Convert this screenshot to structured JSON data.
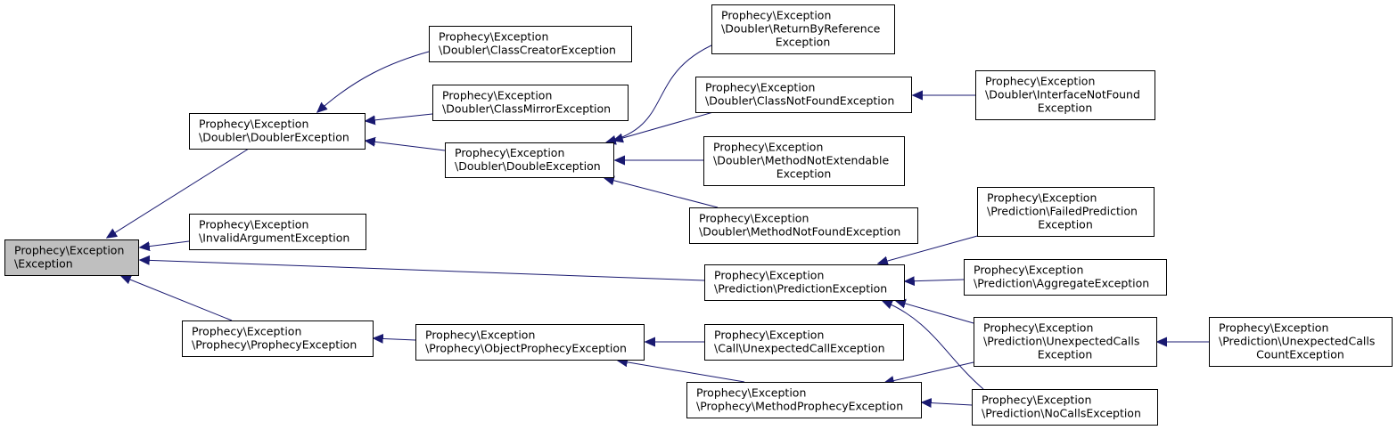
{
  "colors": {
    "edge": "#191970",
    "node_fill": "#ffffff",
    "root_fill": "#bfbfbf",
    "border": "#000000"
  },
  "nodes": [
    {
      "id": "root",
      "lines": [
        "Prophecy\\Exception",
        "\\Exception"
      ],
      "root": true
    },
    {
      "id": "doubler",
      "lines": [
        "Prophecy\\Exception",
        "\\Doubler\\DoublerException"
      ]
    },
    {
      "id": "invalid_argument",
      "lines": [
        "Prophecy\\Exception",
        "\\InvalidArgumentException"
      ]
    },
    {
      "id": "prophecy",
      "lines": [
        "Prophecy\\Exception",
        "\\Prophecy\\ProphecyException"
      ]
    },
    {
      "id": "class_creator",
      "lines": [
        "Prophecy\\Exception",
        "\\Doubler\\ClassCreatorException"
      ]
    },
    {
      "id": "class_mirror",
      "lines": [
        "Prophecy\\Exception",
        "\\Doubler\\ClassMirrorException"
      ]
    },
    {
      "id": "double",
      "lines": [
        "Prophecy\\Exception",
        "\\Doubler\\DoubleException"
      ]
    },
    {
      "id": "return_by_reference",
      "lines": [
        "Prophecy\\Exception",
        "\\Doubler\\ReturnByReference",
        "Exception"
      ]
    },
    {
      "id": "class_not_found",
      "lines": [
        "Prophecy\\Exception",
        "\\Doubler\\ClassNotFoundException"
      ]
    },
    {
      "id": "interface_not_found",
      "lines": [
        "Prophecy\\Exception",
        "\\Doubler\\InterfaceNotFound",
        "Exception"
      ]
    },
    {
      "id": "method_not_extendable",
      "lines": [
        "Prophecy\\Exception",
        "\\Doubler\\MethodNotExtendable",
        "Exception"
      ]
    },
    {
      "id": "method_not_found",
      "lines": [
        "Prophecy\\Exception",
        "\\Doubler\\MethodNotFoundException"
      ]
    },
    {
      "id": "prediction",
      "lines": [
        "Prophecy\\Exception",
        "\\Prediction\\PredictionException"
      ]
    },
    {
      "id": "failed_prediction",
      "lines": [
        "Prophecy\\Exception",
        "\\Prediction\\FailedPrediction",
        "Exception"
      ]
    },
    {
      "id": "aggregate",
      "lines": [
        "Prophecy\\Exception",
        "\\Prediction\\AggregateException"
      ]
    },
    {
      "id": "unexpected_calls",
      "lines": [
        "Prophecy\\Exception",
        "\\Prediction\\UnexpectedCalls",
        "Exception"
      ]
    },
    {
      "id": "unexpected_calls_count",
      "lines": [
        "Prophecy\\Exception",
        "\\Prediction\\UnexpectedCalls",
        "CountException"
      ]
    },
    {
      "id": "no_calls",
      "lines": [
        "Prophecy\\Exception",
        "\\Prediction\\NoCallsException"
      ]
    },
    {
      "id": "object_prophecy",
      "lines": [
        "Prophecy\\Exception",
        "\\Prophecy\\ObjectProphecyException"
      ]
    },
    {
      "id": "unexpected_call",
      "lines": [
        "Prophecy\\Exception",
        "\\Call\\UnexpectedCallException"
      ]
    },
    {
      "id": "method_prophecy",
      "lines": [
        "Prophecy\\Exception",
        "\\Prophecy\\MethodProphecyException"
      ]
    }
  ],
  "edges": [
    {
      "from": "doubler",
      "to": "root"
    },
    {
      "from": "invalid_argument",
      "to": "root"
    },
    {
      "from": "prediction",
      "to": "root"
    },
    {
      "from": "prophecy",
      "to": "root"
    },
    {
      "from": "class_creator",
      "to": "doubler"
    },
    {
      "from": "class_mirror",
      "to": "doubler"
    },
    {
      "from": "double",
      "to": "doubler"
    },
    {
      "from": "return_by_reference",
      "to": "double"
    },
    {
      "from": "class_not_found",
      "to": "double"
    },
    {
      "from": "method_not_extendable",
      "to": "double"
    },
    {
      "from": "method_not_found",
      "to": "double"
    },
    {
      "from": "interface_not_found",
      "to": "class_not_found"
    },
    {
      "from": "failed_prediction",
      "to": "prediction"
    },
    {
      "from": "aggregate",
      "to": "prediction"
    },
    {
      "from": "unexpected_calls",
      "to": "prediction"
    },
    {
      "from": "no_calls",
      "to": "prediction"
    },
    {
      "from": "unexpected_calls_count",
      "to": "unexpected_calls"
    },
    {
      "from": "object_prophecy",
      "to": "prophecy"
    },
    {
      "from": "unexpected_call",
      "to": "object_prophecy"
    },
    {
      "from": "method_prophecy",
      "to": "object_prophecy"
    },
    {
      "from": "unexpected_calls",
      "to": "method_prophecy"
    },
    {
      "from": "no_calls",
      "to": "method_prophecy"
    }
  ]
}
